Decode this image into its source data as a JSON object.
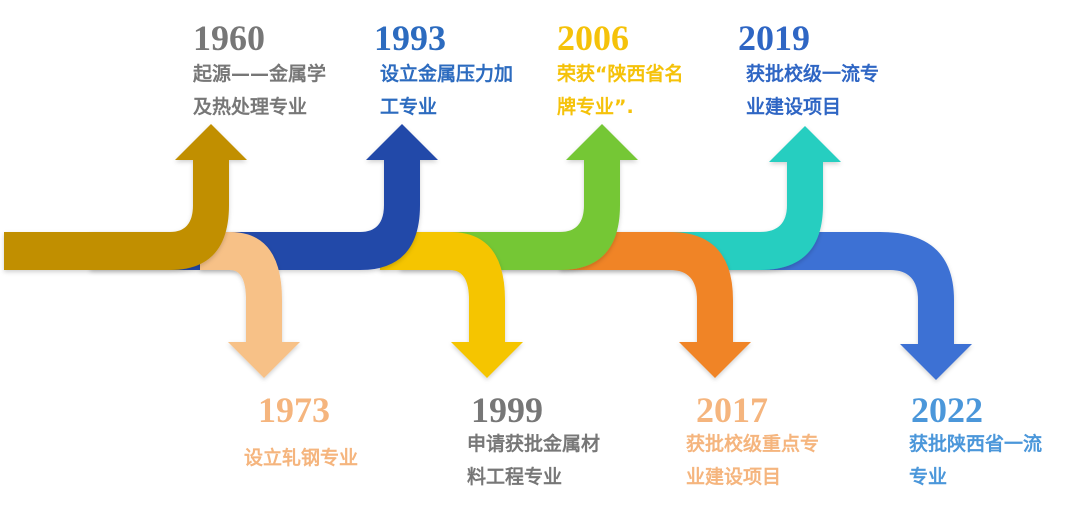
{
  "timeline": {
    "milestones": [
      {
        "year": "1960",
        "lines": [
          "起源——金属学",
          "及热处理专业"
        ],
        "position": "top",
        "color": "#777777",
        "arrow_color": "#C18F00"
      },
      {
        "year": "1973",
        "lines": [
          "设立轧钢专业"
        ],
        "position": "bottom",
        "color": "#F5B57E",
        "arrow_color": "#F7C187"
      },
      {
        "year": "1993",
        "lines": [
          "设立金属压力加",
          "工专业"
        ],
        "position": "top",
        "color": "#2C6BBF",
        "arrow_color": "#2348A9"
      },
      {
        "year": "1999",
        "lines": [
          "申请获批金属材",
          "料工程专业"
        ],
        "position": "bottom",
        "color": "#777777",
        "arrow_color": "#F5C500"
      },
      {
        "year": "2006",
        "lines": [
          "荣获“陕西省名",
          "牌专业”."
        ],
        "position": "top",
        "color": "#F5C20A",
        "arrow_color": "#74C736"
      },
      {
        "year": "2017",
        "lines": [
          "获批校级重点专",
          "业建设项目"
        ],
        "position": "bottom",
        "color": "#F5B57E",
        "arrow_color": "#F08427"
      },
      {
        "year": "2019",
        "lines": [
          "获批校级一流专",
          "业建设项目"
        ],
        "position": "top",
        "color": "#2F66C4",
        "arrow_color": "#26CEC0"
      },
      {
        "year": "2022",
        "lines": [
          "获批陕西省一流",
          "专业"
        ],
        "position": "bottom",
        "color": "#4B97DA",
        "arrow_color": "#3D71D4"
      }
    ]
  }
}
